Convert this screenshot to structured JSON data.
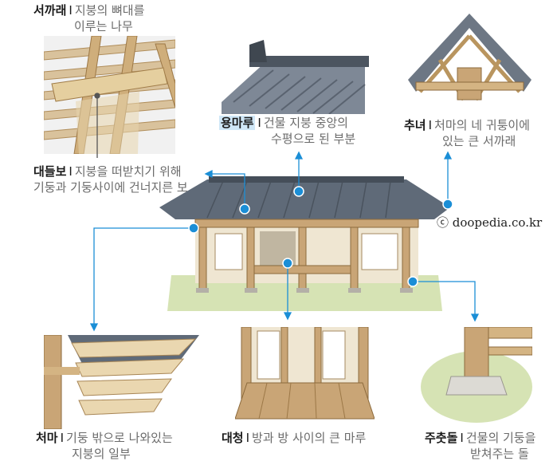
{
  "labels": {
    "seokkarae": {
      "term": "서까래",
      "sep": "I",
      "desc1": "지붕의 뼈대를",
      "desc2": "이루는 나무"
    },
    "yongmaru": {
      "term": "용마루",
      "sep": "I",
      "desc1": "건물 지붕 중앙의",
      "desc2": "수평으로 된 부분"
    },
    "chunyeo": {
      "term": "추녀",
      "sep": "I",
      "desc1": "처마의 네 귀퉁이에",
      "desc2": "있는 큰 서까래"
    },
    "daedeulbo": {
      "term": "대들보",
      "sep": "I",
      "desc1": "지붕을 떠받치기 위해",
      "desc2": "기둥과 기둥사이에 건너지른 보"
    },
    "cheoma": {
      "term": "처마",
      "sep": "I",
      "desc1": "기둥 밖으로 나와있는",
      "desc2": "지붕의 일부"
    },
    "daecheong": {
      "term": "대청",
      "sep": "I",
      "desc1": "방과 방 사이의 큰 마루"
    },
    "juchutdol": {
      "term": "주춧돌",
      "sep": "I",
      "desc1": "건물의 기둥을",
      "desc2": "받쳐주는 돌"
    }
  },
  "credit": "ⓒ doopedia.co.kr",
  "colors": {
    "accent": "#1b8ed6",
    "highlight": "#cfe7f7",
    "wood": "#c9a576",
    "roof": "#5f6a78",
    "grass": "#d6e3b4"
  }
}
